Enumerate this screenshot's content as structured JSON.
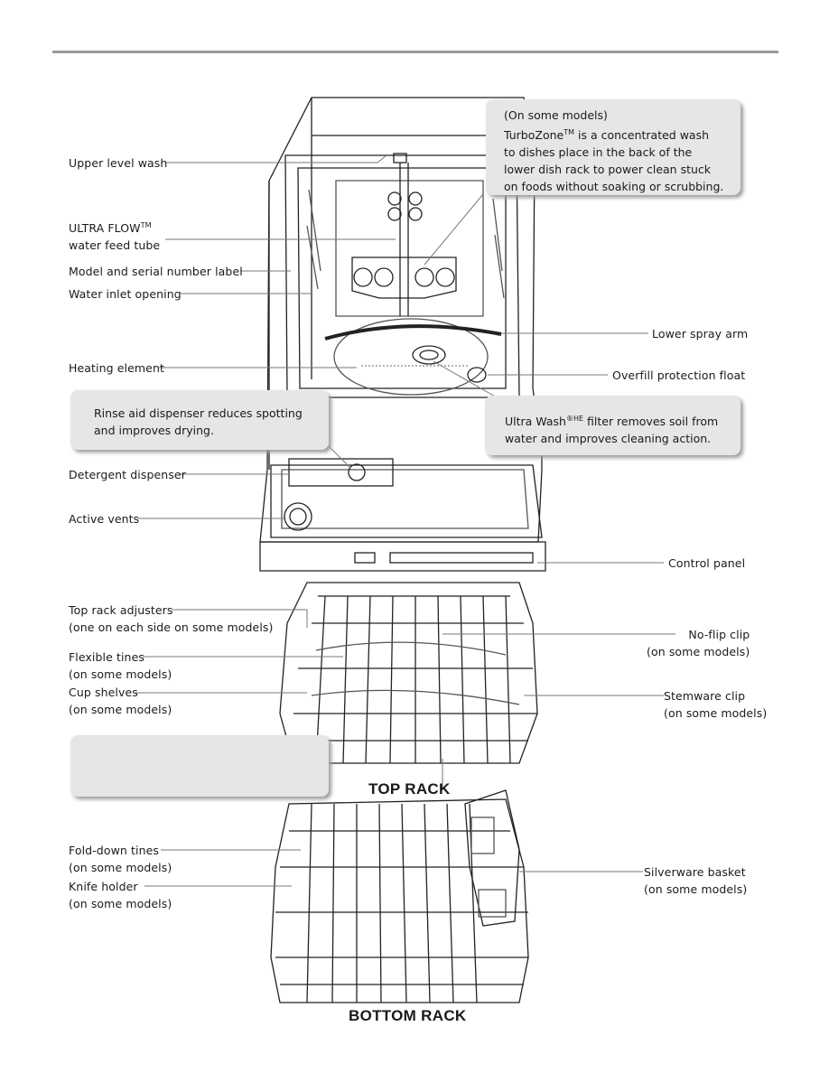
{
  "labels": {
    "upper_level_wash": "Upper level wash",
    "ultra_flow_1": "ULTRA FLOW",
    "ultra_flow_tm": "TM",
    "ultra_flow_2": "water feed tube",
    "model_serial": "Model and serial number label",
    "water_inlet": "Water inlet opening",
    "heating_element": "Heating element",
    "detergent": "Detergent dispenser",
    "active_vents": "Active vents",
    "lower_spray": "Lower spray arm",
    "overfill": "Overfill protection float",
    "control_panel": "Control panel",
    "top_rack_adj_1": "Top rack adjusters",
    "top_rack_adj_2": "(one on each side on some models)",
    "flexible_tines_1": "Flexible tines",
    "flexible_tines_2": "(on some models)",
    "cup_shelves_1": "Cup shelves",
    "cup_shelves_2": "(on some models)",
    "no_flip_1": "No-flip clip",
    "no_flip_2": "(on some models)",
    "stemware_1": "Stemware clip",
    "stemware_2": "(on some models)",
    "fold_down_1": "Fold-down tines",
    "fold_down_2": "(on some models)",
    "knife_holder_1": "Knife holder",
    "knife_holder_2": "(on some models)",
    "silverware_1": "Silverware basket",
    "silverware_2": "(on some models)"
  },
  "callouts": {
    "turbozone": {
      "line1": "(On some models)",
      "line2a": "TurboZone",
      "line2tm": "TM",
      "line2b": " is a concentrated wash",
      "line3": "to dishes place in the back of the",
      "line4": "lower dish rack to power clean stuck",
      "line5": "on foods without soaking or scrubbing."
    },
    "rinse_aid": {
      "line1": "Rinse aid dispenser reduces spotting",
      "line2": "and improves drying."
    },
    "ultra_wash": {
      "line1a": "Ultra Wash",
      "line1sup": "®HE",
      "line1b": " filter removes soil from",
      "line2": "water and improves cleaning action."
    }
  },
  "titles": {
    "top_rack": "TOP RACK",
    "bottom_rack": "BOTTOM RACK"
  }
}
